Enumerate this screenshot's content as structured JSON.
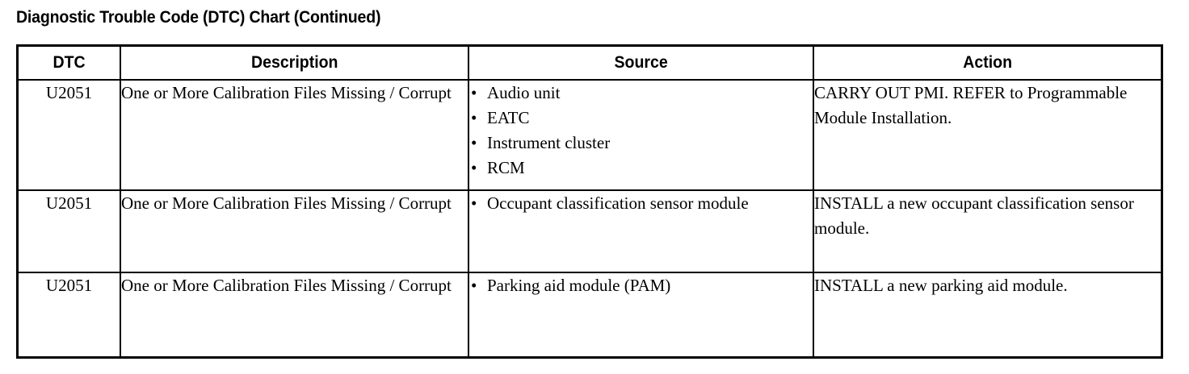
{
  "document": {
    "title": "Diagnostic Trouble Code (DTC) Chart (Continued)"
  },
  "table": {
    "columns": [
      {
        "key": "dtc",
        "label": "DTC"
      },
      {
        "key": "description",
        "label": "Description"
      },
      {
        "key": "source",
        "label": "Source"
      },
      {
        "key": "action",
        "label": "Action"
      }
    ],
    "bullet_glyph": "•",
    "rows": [
      {
        "dtc": "U2051",
        "description": "One or More Calibration Files Missing / Corrupt",
        "source": [
          "Audio unit",
          "EATC",
          "Instrument cluster",
          "RCM"
        ],
        "action": "CARRY OUT PMI. REFER to Programmable Module Installation."
      },
      {
        "dtc": "U2051",
        "description": "One or More Calibration Files Missing / Corrupt",
        "source": [
          "Occupant classification sensor module"
        ],
        "action": "INSTALL a new occupant classification sensor module."
      },
      {
        "dtc": "U2051",
        "description": "One or More Calibration Files Missing / Corrupt",
        "source": [
          "Parking aid module (PAM)"
        ],
        "action": "INSTALL a new parking aid module."
      }
    ]
  },
  "colors": {
    "text": "#000000",
    "background": "#ffffff",
    "border": "#000000"
  }
}
